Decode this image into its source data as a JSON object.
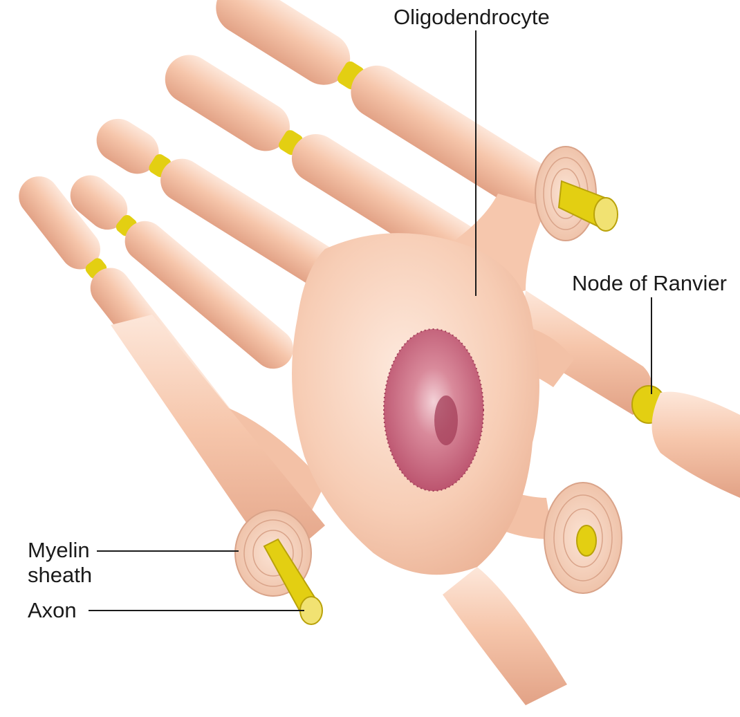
{
  "figure": {
    "labels": {
      "oligodendrocyte": "Oligodendrocyte",
      "node_of_ranvier": "Node of Ranvier",
      "myelin_sheath_line1": "Myelin",
      "myelin_sheath_line2": "sheath",
      "axon": "Axon"
    },
    "colors": {
      "myelin": "#f6c6ab",
      "myelin_highlight": "#fde7da",
      "myelin_shadow": "#e2a286",
      "cell_body": "#f9cfb7",
      "nucleus": "#c9637a",
      "nucleus_dark": "#a33d58",
      "axon": "#e3cf12",
      "axon_dark": "#b9a20a",
      "leader_line": "#1a1a1a"
    }
  }
}
